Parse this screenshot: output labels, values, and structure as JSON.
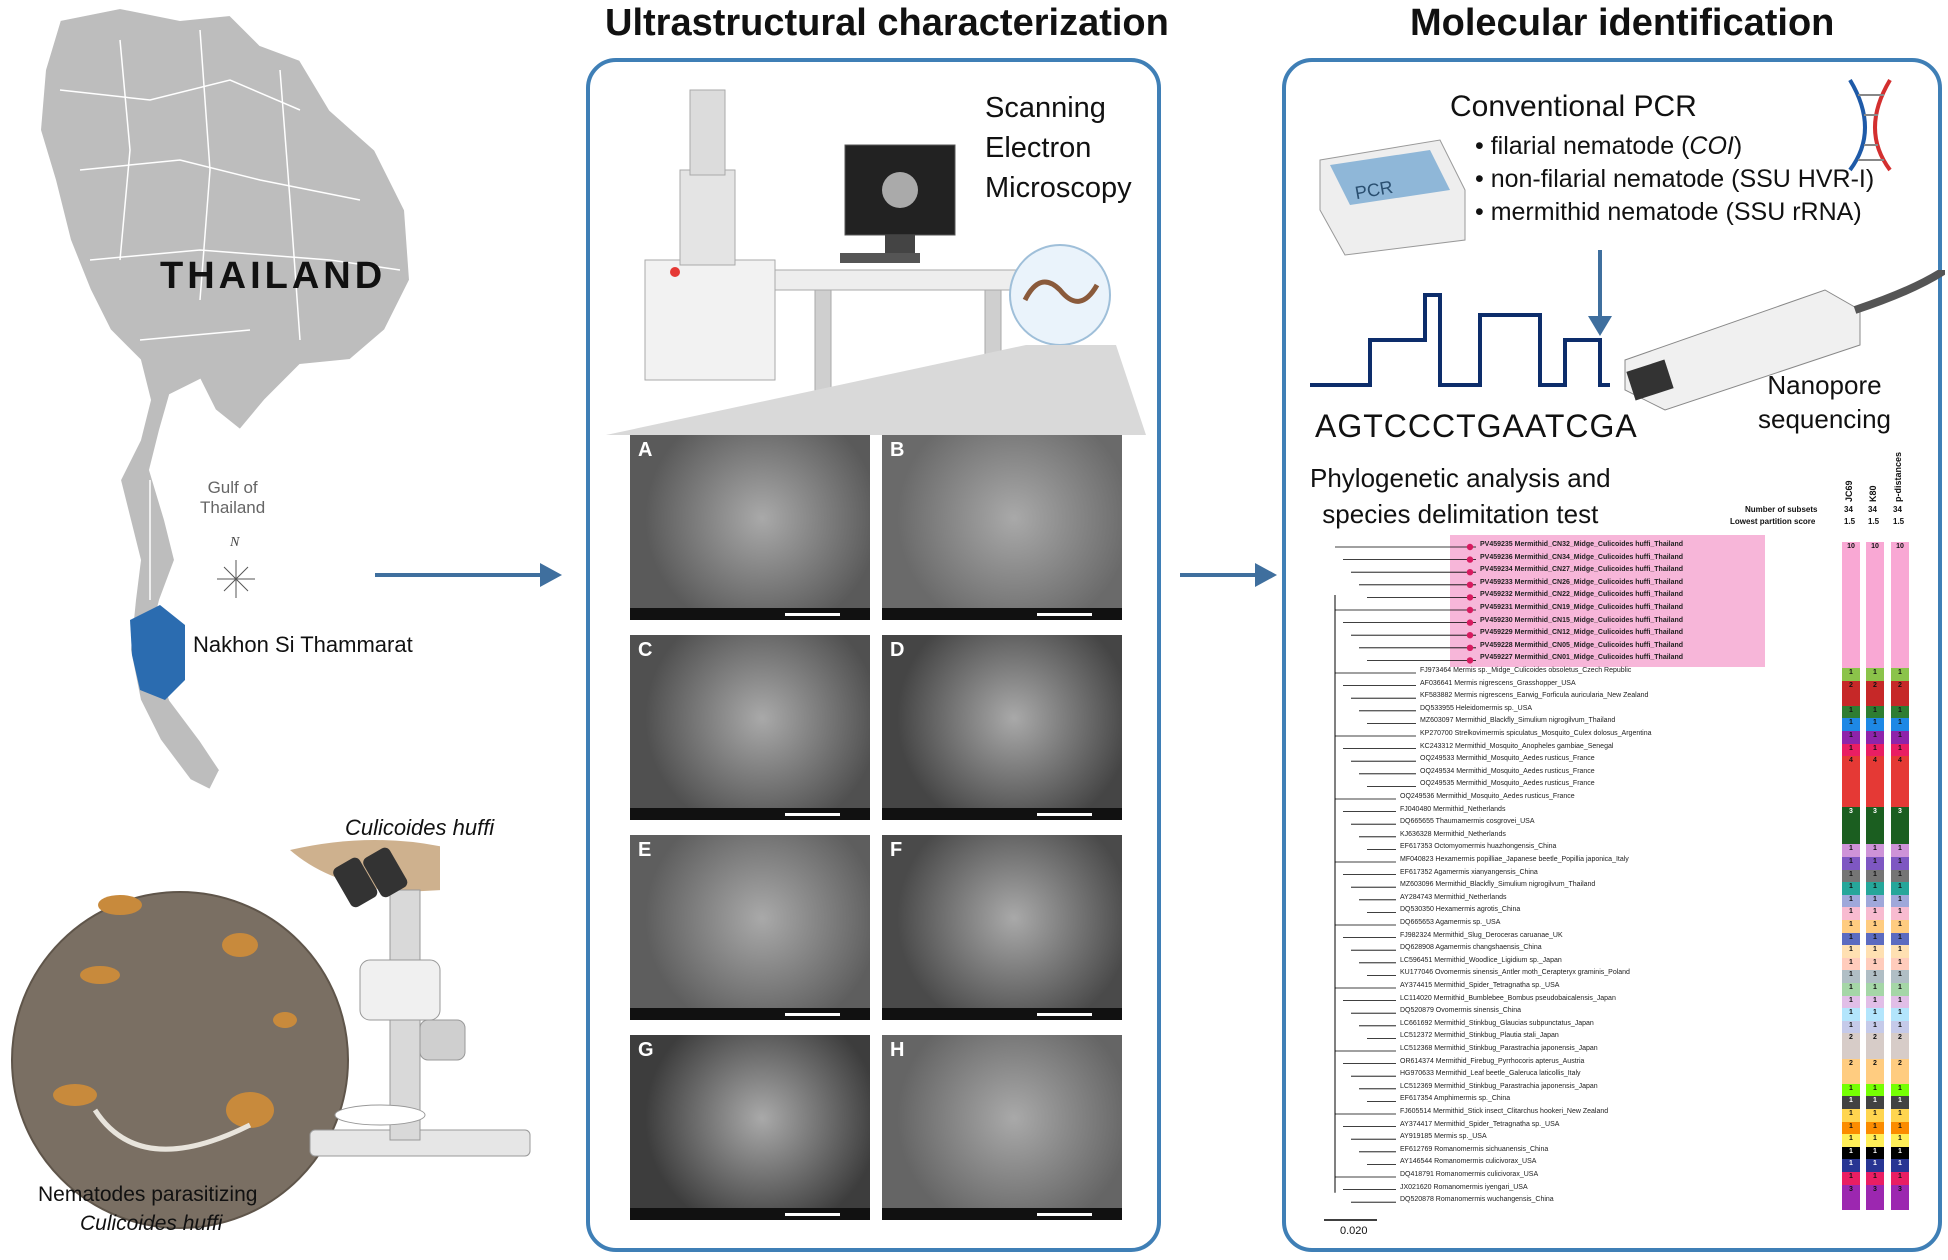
{
  "left": {
    "country": "THAILAND",
    "gulf_label": "Gulf of\nThailand",
    "compass": "N",
    "province": "Nakhon Si Thammarat",
    "species": "Culicoides huffi",
    "caption_line1": "Nematodes parasitizing",
    "caption_line2": "Culicoides huffi",
    "colors": {
      "map": "#b9b9b9",
      "highlight": "#2b6cb0"
    }
  },
  "middle": {
    "title": "Ultrastructural characterization",
    "sem_label": "Scanning\nElectron\nMicroscopy",
    "panel_letters": [
      "A",
      "B",
      "C",
      "D",
      "E",
      "F",
      "G",
      "H"
    ]
  },
  "right": {
    "title": "Molecular identification",
    "pcr_heading": "Conventional PCR",
    "pcr_device": "PCR",
    "bullets": [
      {
        "prefix": "filarial nematode (",
        "italic": "COI",
        "suffix": ")"
      },
      {
        "prefix": "non-filarial nematode (SSU HVR-I)",
        "italic": "",
        "suffix": ""
      },
      {
        "prefix": "mermithid nematode (SSU rRNA)",
        "italic": "",
        "suffix": ""
      }
    ],
    "sequence": "AGTCCCTGAATCGA",
    "nanopore": "Nanopore\nsequencing",
    "phylo_label": "Phylogenetic analysis and\nspecies delimitation test",
    "tree": {
      "columns": [
        "JC69",
        "K80",
        "p-distances"
      ],
      "subsets_label": "Number of subsets",
      "subsets": [
        "34",
        "34",
        "34"
      ],
      "score_label": "Lowest partition score",
      "scores": [
        "1.5",
        "1.5",
        "1.5"
      ],
      "scale": "0.020",
      "highlight_color": "#f7b6d9",
      "taxa": [
        {
          "text": "PV459235 Mermithid_CN32_Midge_Culicoides huffi_Thailand",
          "hl": true,
          "code": "10",
          "color": "#f9a8d4"
        },
        {
          "text": "PV459236 Mermithid_CN34_Midge_Culicoides huffi_Thailand",
          "hl": true,
          "code": "",
          "color": "#f9a8d4"
        },
        {
          "text": "PV459234 Mermithid_CN27_Midge_Culicoides huffi_Thailand",
          "hl": true,
          "code": "",
          "color": "#f9a8d4"
        },
        {
          "text": "PV459233 Mermithid_CN26_Midge_Culicoides huffi_Thailand",
          "hl": true,
          "code": "",
          "color": "#f9a8d4"
        },
        {
          "text": "PV459232 Mermithid_CN22_Midge_Culicoides huffi_Thailand",
          "hl": true,
          "code": "",
          "color": "#f9a8d4"
        },
        {
          "text": "PV459231 Mermithid_CN19_Midge_Culicoides huffi_Thailand",
          "hl": true,
          "code": "",
          "color": "#f9a8d4"
        },
        {
          "text": "PV459230 Mermithid_CN15_Midge_Culicoides huffi_Thailand",
          "hl": true,
          "code": "",
          "color": "#f9a8d4"
        },
        {
          "text": "PV459229 Mermithid_CN12_Midge_Culicoides huffi_Thailand",
          "hl": true,
          "code": "",
          "color": "#f9a8d4"
        },
        {
          "text": "PV459228 Mermithid_CN05_Midge_Culicoides huffi_Thailand",
          "hl": true,
          "code": "",
          "color": "#f9a8d4"
        },
        {
          "text": "PV459227 Mermithid_CN01_Midge_Culicoides huffi_Thailand",
          "hl": true,
          "code": "",
          "color": "#f9a8d4"
        },
        {
          "text": "FJ973464 Mermis sp._Midge_Culicoides obsoletus_Czech Republic",
          "hl": false,
          "code": "1",
          "color": "#8bc34a"
        },
        {
          "text": "AF036641 Mermis nigrescens_Grasshopper_USA",
          "hl": false,
          "code": "2",
          "color": "#c62828"
        },
        {
          "text": "KF583882 Mermis nigrescens_Earwig_Forficula auricularia_New Zealand",
          "hl": false,
          "code": "",
          "color": "#c62828"
        },
        {
          "text": "DQ533955 Heleidomermis sp._USA",
          "hl": false,
          "code": "1",
          "color": "#2e7d32"
        },
        {
          "text": "MZ603097 Mermithid_Blackfly_Simulium nigrogilvum_Thailand",
          "hl": false,
          "code": "1",
          "color": "#1e88e5"
        },
        {
          "text": "KP270700 Strelkovimermis spiculatus_Mosquito_Culex dolosus_Argentina",
          "hl": false,
          "code": "1",
          "color": "#8e24aa"
        },
        {
          "text": "KC243312 Mermithid_Mosquito_Anopheles gambiae_Senegal",
          "hl": false,
          "code": "1",
          "color": "#e91e63"
        },
        {
          "text": "OQ249533 Mermithid_Mosquito_Aedes rusticus_France",
          "hl": false,
          "code": "4",
          "color": "#e53935"
        },
        {
          "text": "OQ249534 Mermithid_Mosquito_Aedes rusticus_France",
          "hl": false,
          "code": "",
          "color": "#e53935"
        },
        {
          "text": "OQ249535 Mermithid_Mosquito_Aedes rusticus_France",
          "hl": false,
          "code": "",
          "color": "#e53935"
        },
        {
          "text": "OQ249536 Mermithid_Mosquito_Aedes rusticus_France",
          "hl": false,
          "code": "",
          "color": "#e53935"
        },
        {
          "text": "FJ040480 Mermithid_Netherlands",
          "hl": false,
          "code": "3",
          "color": "#1b5e20"
        },
        {
          "text": "DQ665655 Thaumamermis cosgrovei_USA",
          "hl": false,
          "code": "",
          "color": "#1b5e20"
        },
        {
          "text": "KJ636328 Mermithid_Netherlands",
          "hl": false,
          "code": "",
          "color": "#1b5e20"
        },
        {
          "text": "EF617353 Octomyomermis huazhongensis_China",
          "hl": false,
          "code": "1",
          "color": "#ce93d8"
        },
        {
          "text": "MF040823 Hexamermis popilliae_Japanese beetle_Popillia japonica_Italy",
          "hl": false,
          "code": "1",
          "color": "#7e57c2"
        },
        {
          "text": "EF617352 Agamermis xianyangensis_China",
          "hl": false,
          "code": "1",
          "color": "#757575"
        },
        {
          "text": "MZ603096 Mermithid_Blackfly_Simulium nigrogilvum_Thailand",
          "hl": false,
          "code": "1",
          "color": "#26a69a"
        },
        {
          "text": "AY284743 Mermithid_Netherlands",
          "hl": false,
          "code": "1",
          "color": "#9fa8da"
        },
        {
          "text": "DQ530350 Hexamermis agrotis_China",
          "hl": false,
          "code": "1",
          "color": "#f8bbd0"
        },
        {
          "text": "DQ665653 Agamermis sp._USA",
          "hl": false,
          "code": "1",
          "color": "#ffcc80"
        },
        {
          "text": "FJ982324 Mermithid_Slug_Deroceras caruanae_UK",
          "hl": false,
          "code": "1",
          "color": "#5c6bc0"
        },
        {
          "text": "DQ628908 Agamermis changshaensis_China",
          "hl": false,
          "code": "1",
          "color": "#ffe0b2"
        },
        {
          "text": "LC596451 Mermithid_Woodlice_Ligidium sp._Japan",
          "hl": false,
          "code": "1",
          "color": "#ffccbc"
        },
        {
          "text": "KU177046 Ovomermis sinensis_Antler moth_Cerapteryx graminis_Poland",
          "hl": false,
          "code": "1",
          "color": "#b0bec5"
        },
        {
          "text": "AY374415 Mermithid_Spider_Tetragnatha sp._USA",
          "hl": false,
          "code": "1",
          "color": "#a5d6a7"
        },
        {
          "text": "LC114020 Mermithid_Bumblebee_Bombus pseudobaicalensis_Japan",
          "hl": false,
          "code": "1",
          "color": "#e1bee7"
        },
        {
          "text": "DQ520879 Ovomermis sinensis_China",
          "hl": false,
          "code": "1",
          "color": "#b3e5fc"
        },
        {
          "text": "LC661692 Mermithid_Stinkbug_Glaucias subpunctatus_Japan",
          "hl": false,
          "code": "1",
          "color": "#c5cae9"
        },
        {
          "text": "LC512372 Mermithid_Stinkbug_Plautia stali_Japan",
          "hl": false,
          "code": "2",
          "color": "#d7ccc8"
        },
        {
          "text": "LC512368 Mermithid_Stinkbug_Parastrachia japonensis_Japan",
          "hl": false,
          "code": "",
          "color": "#d7ccc8"
        },
        {
          "text": "OR614374 Mermithid_Firebug_Pyrrhocoris apterus_Austria",
          "hl": false,
          "code": "2",
          "color": "#ffcc80"
        },
        {
          "text": "HG970633 Mermithid_Leaf beetle_Galeruca laticollis_Italy",
          "hl": false,
          "code": "",
          "color": "#ffcc80"
        },
        {
          "text": "LC512369 Mermithid_Stinkbug_Parastrachia japonensis_Japan",
          "hl": false,
          "code": "1",
          "color": "#76ff03"
        },
        {
          "text": "EF617354 Amphimermis sp._China",
          "hl": false,
          "code": "1",
          "color": "#424242"
        },
        {
          "text": "FJ605514 Mermithid_Stick insect_Clitarchus hookeri_New Zealand",
          "hl": false,
          "code": "1",
          "color": "#ffd54f"
        },
        {
          "text": "AY374417 Mermithid_Spider_Tetragnatha sp._USA",
          "hl": false,
          "code": "1",
          "color": "#fb8c00"
        },
        {
          "text": "AY919185 Mermis sp._USA",
          "hl": false,
          "code": "1",
          "color": "#ffee58"
        },
        {
          "text": "EF612769 Romanomermis sichuanensis_China",
          "hl": false,
          "code": "1",
          "color": "#000000"
        },
        {
          "text": "AY146544 Romanomermis culicivorax_USA",
          "hl": false,
          "code": "1",
          "color": "#283593"
        },
        {
          "text": "DQ418791 Romanomermis culicivorax_USA",
          "hl": false,
          "code": "1",
          "color": "#e91e63"
        },
        {
          "text": "JX021620 Romanomermis iyengari_USA",
          "hl": false,
          "code": "3",
          "color": "#9c27b0"
        },
        {
          "text": "DQ520878 Romanomermis wuchangensis_China",
          "hl": false,
          "code": "",
          "color": "#9c27b0"
        }
      ]
    }
  }
}
